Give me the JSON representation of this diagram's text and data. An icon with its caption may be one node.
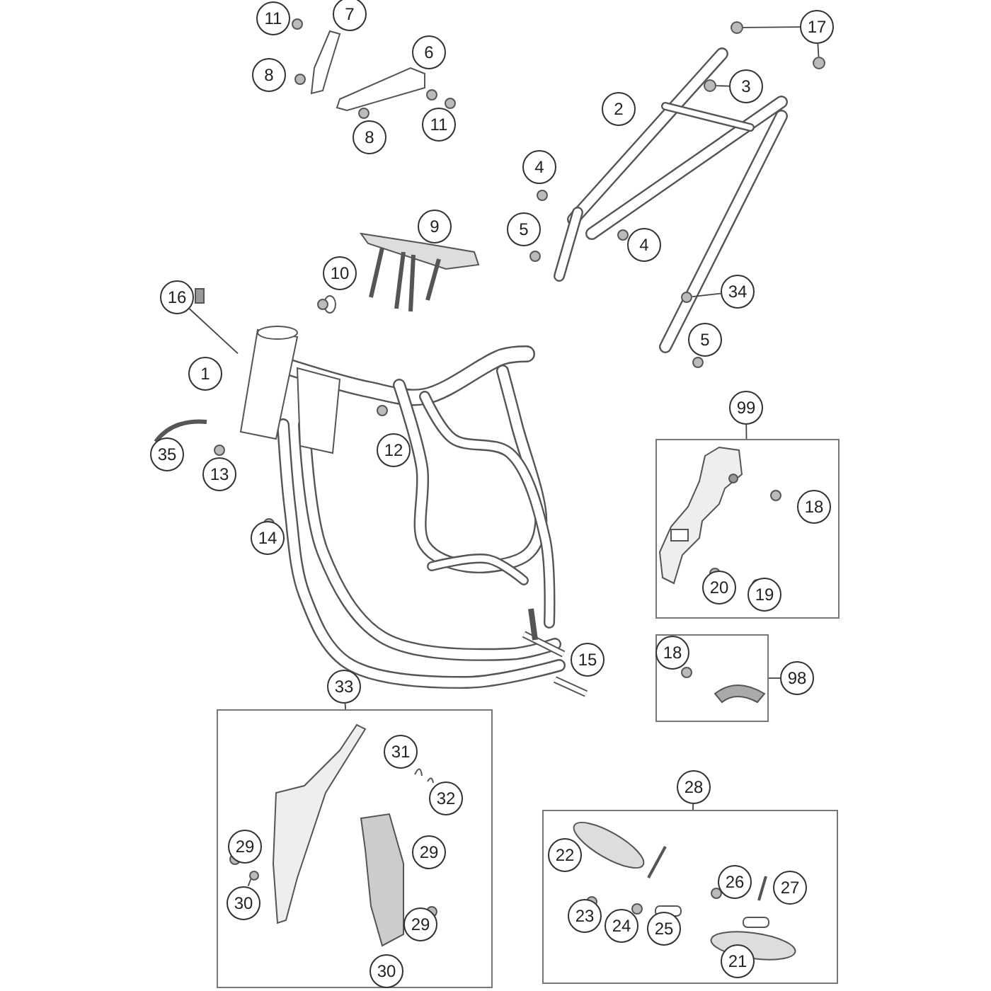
{
  "diagram": {
    "nodes": [
      {
        "text": [
          "11"
        ]
      },
      {
        "text": [
          "7"
        ]
      },
      {
        "text": [
          "8"
        ]
      },
      {
        "text": [
          "6"
        ]
      },
      {
        "text": [
          "8"
        ]
      },
      {
        "text": [
          "11"
        ]
      },
      {
        "text": [
          "17"
        ]
      },
      {
        "text": [
          "3"
        ]
      },
      {
        "text": [
          "2"
        ]
      },
      {
        "text": [
          "4"
        ]
      },
      {
        "text": [
          "9"
        ]
      },
      {
        "text": [
          "5"
        ]
      },
      {
        "text": [
          "4"
        ]
      },
      {
        "text": [
          "34"
        ]
      },
      {
        "text": [
          "10"
        ]
      },
      {
        "text": [
          "16"
        ]
      },
      {
        "text": [
          "1"
        ]
      },
      {
        "text": [
          "5"
        ]
      },
      {
        "text": [
          "35"
        ]
      },
      {
        "text": [
          "13"
        ]
      },
      {
        "text": [
          "12"
        ]
      },
      {
        "text": [
          "99"
        ]
      },
      {
        "text": [],
        "shape": "box"
      },
      {
        "text": [
          "18"
        ],
        "in": 22
      },
      {
        "text": [
          "20"
        ],
        "in": 22
      },
      {
        "text": [
          "19"
        ],
        "in": 22
      },
      {
        "text": [
          "14"
        ]
      },
      {
        "text": [
          "15"
        ]
      },
      {
        "text": [],
        "shape": "box"
      },
      {
        "text": [
          "18"
        ],
        "in": 28
      },
      {
        "text": [
          "98"
        ]
      },
      {
        "text": [
          "33"
        ]
      },
      {
        "text": [],
        "shape": "box"
      },
      {
        "text": [
          "31"
        ],
        "in": 32
      },
      {
        "text": [
          "32"
        ],
        "in": 32
      },
      {
        "text": [
          "29"
        ],
        "in": 32
      },
      {
        "text": [
          "29"
        ],
        "in": 32
      },
      {
        "text": [
          "30"
        ],
        "in": 32
      },
      {
        "text": [
          "29"
        ],
        "in": 32
      },
      {
        "text": [
          "30"
        ],
        "in": 32
      },
      {
        "text": [
          "28"
        ]
      },
      {
        "text": [],
        "shape": "box"
      },
      {
        "text": [
          "22"
        ],
        "in": 41
      },
      {
        "text": [
          "26"
        ],
        "in": 41
      },
      {
        "text": [
          "27"
        ],
        "in": 41
      },
      {
        "text": [
          "23"
        ],
        "in": 41
      },
      {
        "text": [
          "24"
        ],
        "in": 41
      },
      {
        "text": [
          "25"
        ],
        "in": 41
      },
      {
        "text": [
          "21"
        ],
        "in": 41
      },
      {
        "text": [],
        "shape": "circle"
      },
      {
        "text": [],
        "shape": "circle"
      },
      {
        "text": [],
        "shape": "circle"
      },
      {
        "text": [],
        "shape": "circle"
      },
      {
        "text": [],
        "shape": "cylinder"
      },
      {
        "text": [],
        "shape": "circle",
        "in": 32
      }
    ],
    "edges": [
      {
        "from": 6,
        "to": 49,
        "arrow": "none"
      },
      {
        "from": 6,
        "to": 50,
        "arrow": "none"
      },
      {
        "from": 7,
        "to": 51,
        "arrow": "none"
      },
      {
        "from": 13,
        "to": 52,
        "arrow": "none"
      },
      {
        "from": 15,
        "to": 53,
        "arrow": "none"
      },
      {
        "from": 37,
        "to": 54,
        "arrow": "none"
      },
      {
        "from": 21,
        "to": 22,
        "arrow": "none"
      },
      {
        "from": 30,
        "to": 28,
        "arrow": "none"
      },
      {
        "from": 31,
        "to": 32,
        "arrow": "none"
      },
      {
        "from": 40,
        "to": 41,
        "arrow": "none"
      }
    ]
  }
}
